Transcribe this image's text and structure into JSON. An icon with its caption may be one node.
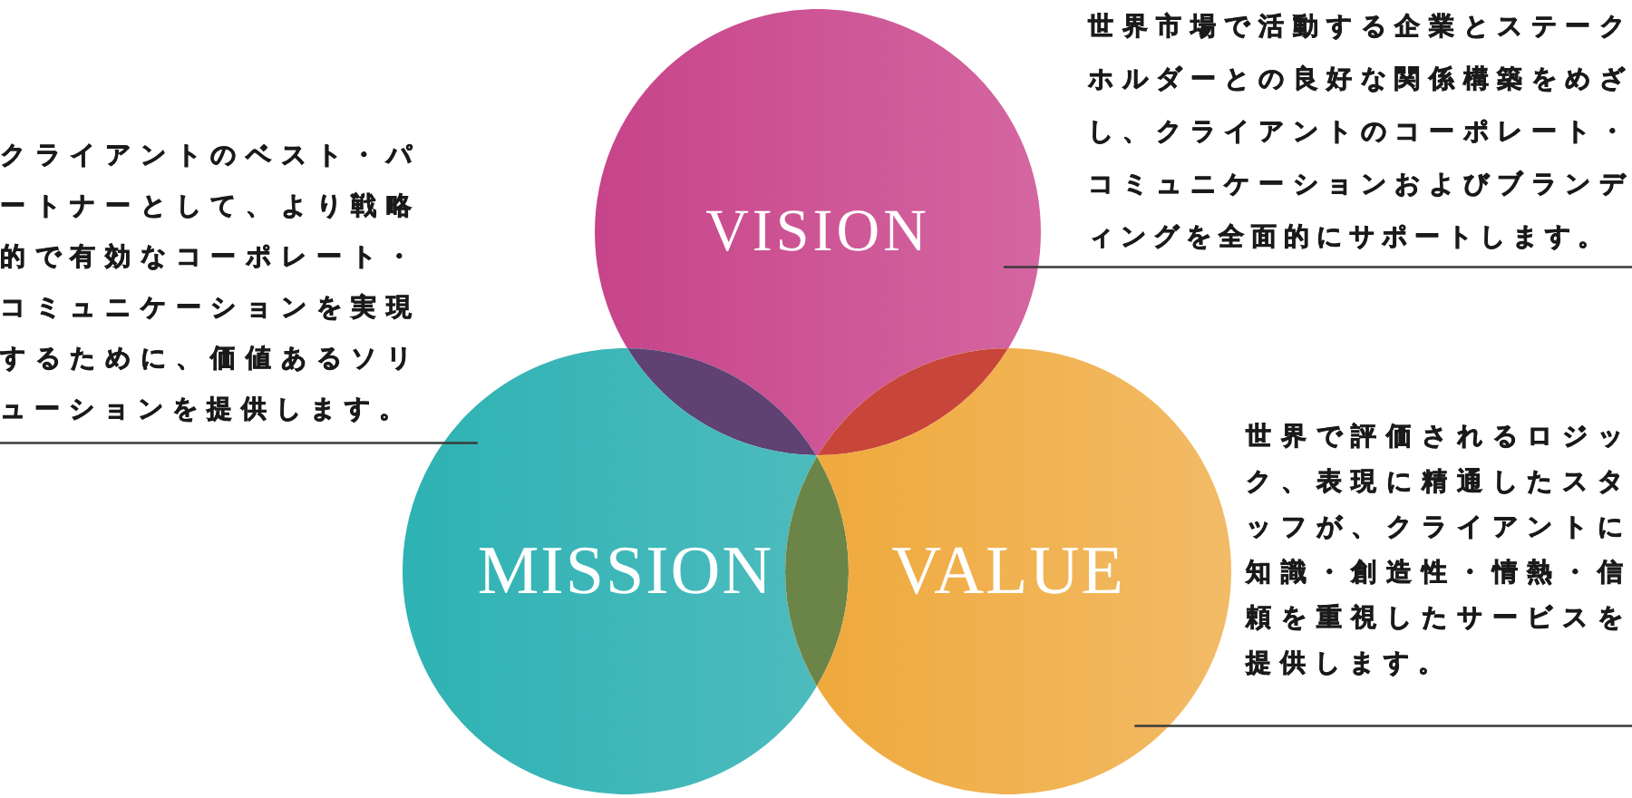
{
  "diagram": {
    "nodes": [
      {
        "text": [
          "VISION"
        ]
      },
      {
        "text": [
          "世界市場で活動する企業とステークホルダーとの良好な関係構築をめざし、クライアントのコーポレート・コミュニケーションおよびブランディングを全面的にサポートします。"
        ]
      },
      {
        "text": [
          "クライアントのベスト・パートナーとして、より戦略的で有効なコーポレート・コミュニケーションを実現するために、価値あるソリューションを提供します。"
        ]
      },
      {
        "text": [
          "MISSION"
        ]
      },
      {
        "text": [
          "VALUE"
        ]
      },
      {
        "text": [
          "世界で評価されるロジック、表現に精通したスタッフが、クライアントに知識・創造性・情熱・信頼を重視したサービスを提供します。"
        ]
      }
    ],
    "edges": [
      {
        "from": 1,
        "to": 0,
        "arrow": "none"
      },
      {
        "from": 2,
        "to": 3,
        "arrow": "none"
      },
      {
        "from": 5,
        "to": 4,
        "arrow": "none"
      }
    ]
  }
}
